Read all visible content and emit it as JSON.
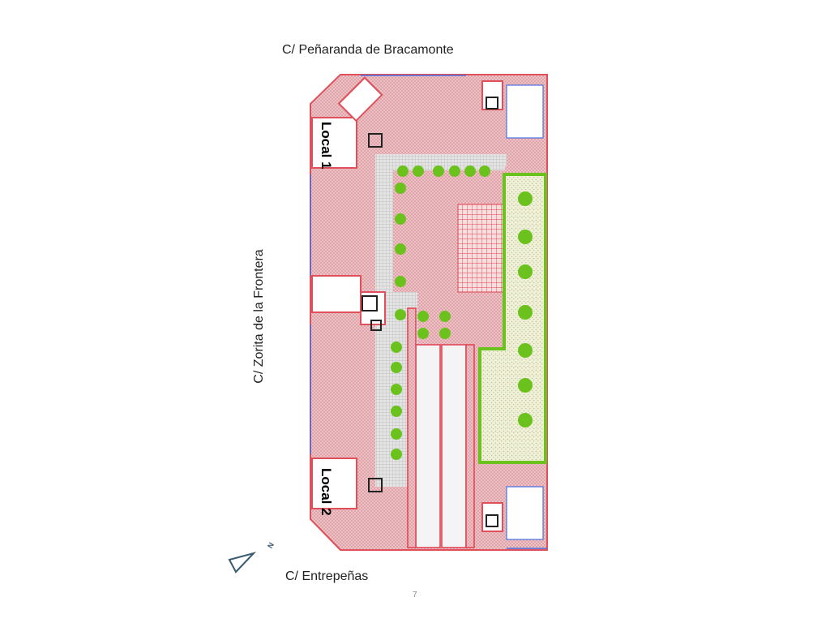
{
  "streets": {
    "top": "C/ Peñaranda de Bracamonte",
    "left": "C/ Zorita de la Frontera",
    "bottom": "C/ Entrepeñas"
  },
  "units": {
    "local_1": "Local 1",
    "local_2": "Local 2"
  },
  "north_label": "N",
  "page_number": "7",
  "colors": {
    "pink_area": "#e8b9bd",
    "walls": "#e0505a",
    "walkway": "#c8c8c8",
    "garden": "#6cc21c",
    "tree": "#6cc21c"
  }
}
